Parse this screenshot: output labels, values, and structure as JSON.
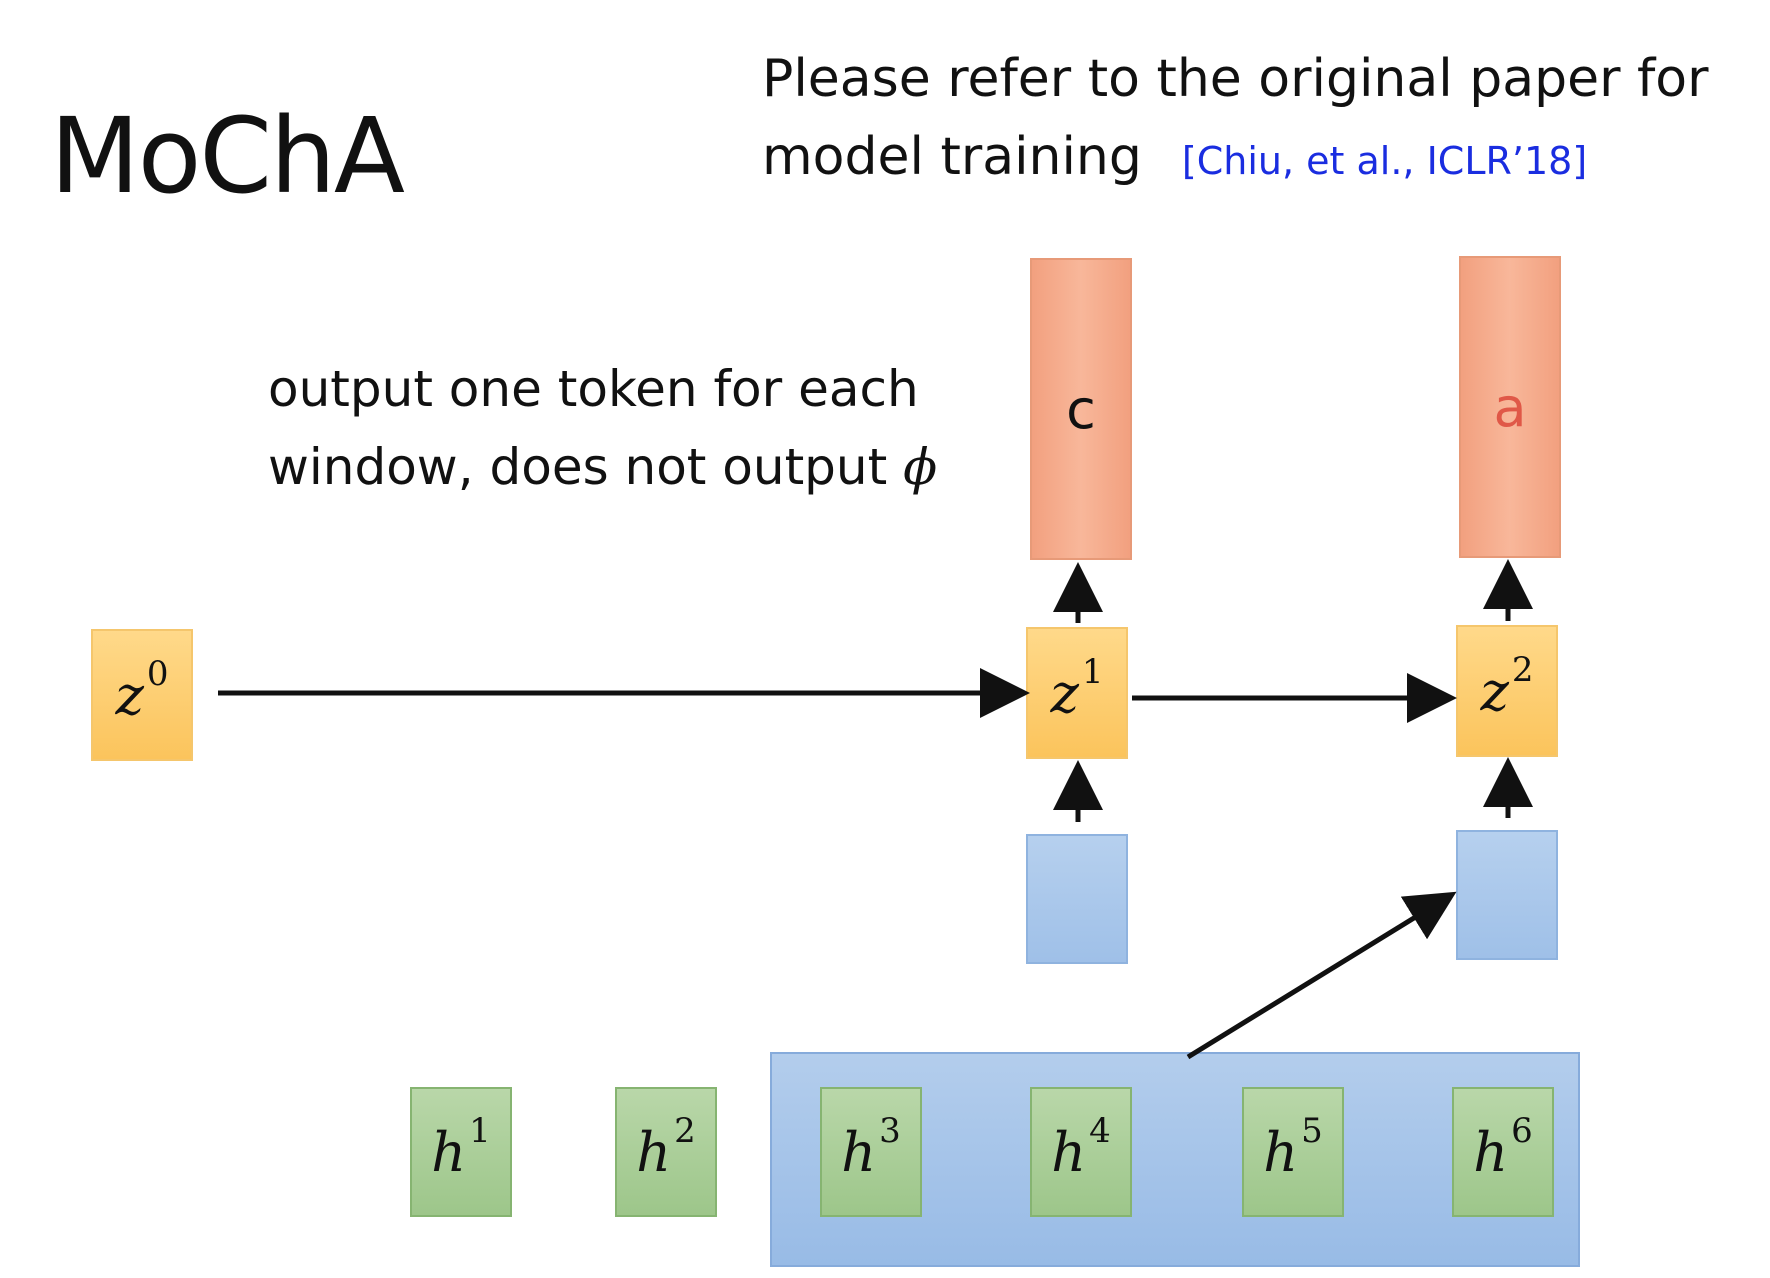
{
  "title": "MoChA",
  "note": {
    "text": "Please refer to the original paper for model training",
    "citation": "[Chiu, et al., ICLR’18]"
  },
  "description": {
    "text": "output one token for each window, does not output",
    "symbol": "ϕ"
  },
  "outputs": [
    {
      "token": "c"
    },
    {
      "token": "a"
    }
  ],
  "decoder_states": [
    {
      "base": "z",
      "sup": "0"
    },
    {
      "base": "z",
      "sup": "1"
    },
    {
      "base": "z",
      "sup": "2"
    }
  ],
  "encoder_states": [
    {
      "base": "h",
      "sup": "1"
    },
    {
      "base": "h",
      "sup": "2"
    },
    {
      "base": "h",
      "sup": "3"
    },
    {
      "base": "h",
      "sup": "4"
    },
    {
      "base": "h",
      "sup": "5"
    },
    {
      "base": "h",
      "sup": "6"
    }
  ],
  "colors": {
    "output": "#f5a98a",
    "decoder": "#fccd6e",
    "context": "#a9c7eb",
    "encoder": "#a8cd95",
    "citation": "#1a2de0"
  }
}
